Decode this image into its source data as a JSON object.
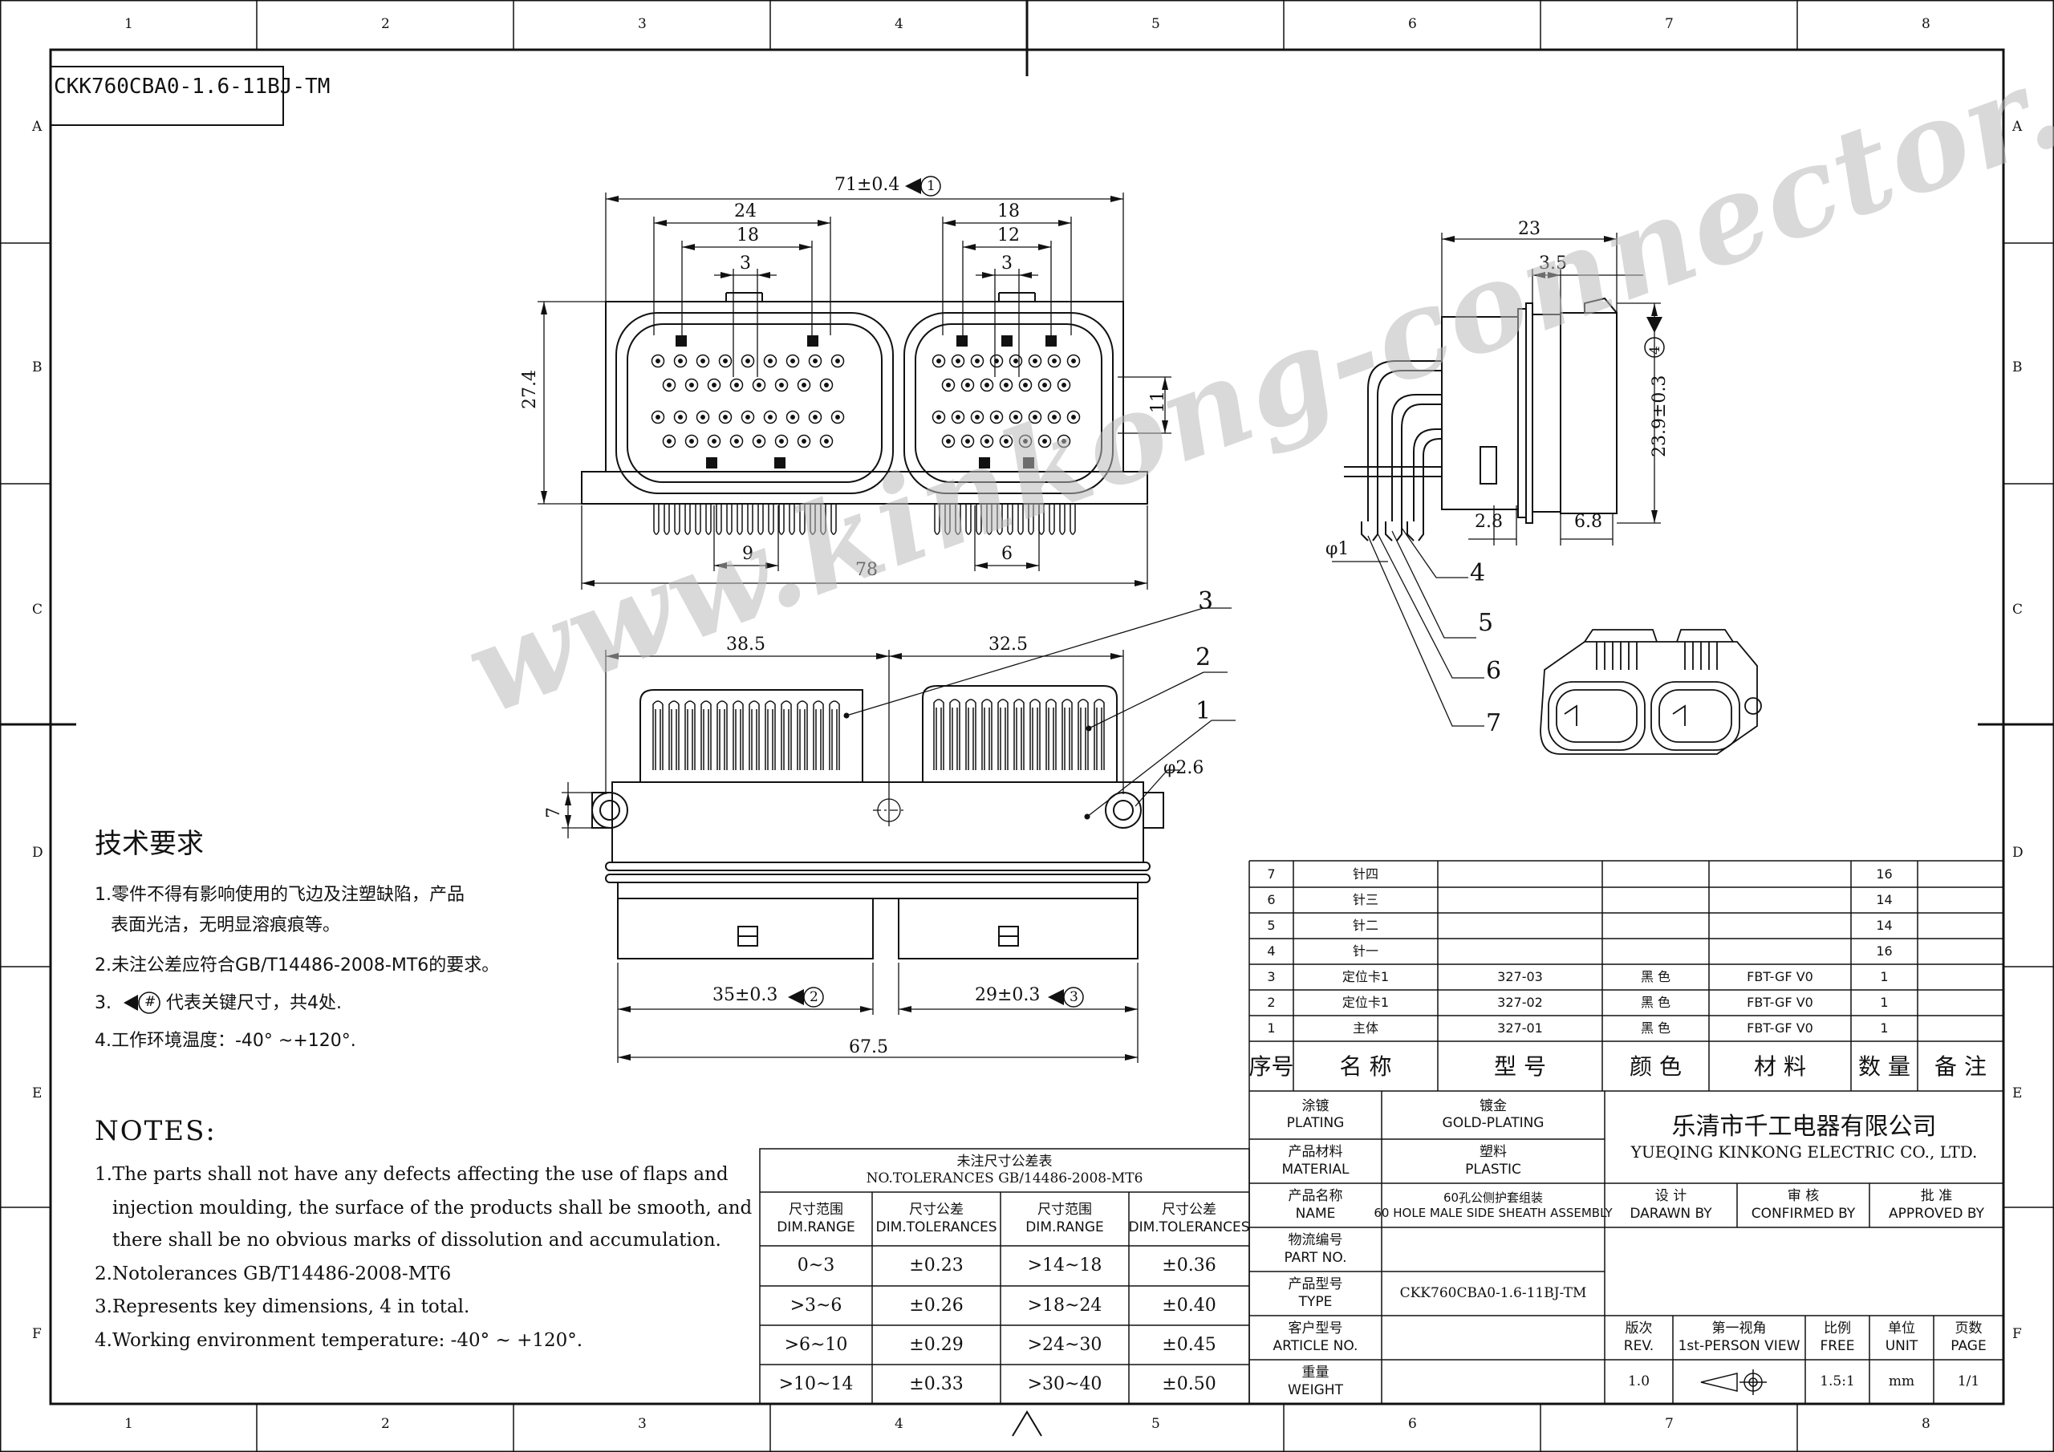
{
  "drawing_code": "CKK760CBA0-1.6-11BJ-TM",
  "border": {
    "columns": [
      "1",
      "2",
      "3",
      "4",
      "5",
      "6",
      "7",
      "8"
    ],
    "rows": [
      "A",
      "B",
      "C",
      "D",
      "E",
      "F"
    ]
  },
  "dimensions": {
    "overall_width": "71±0.4",
    "key1": "1",
    "left_outer": "24",
    "left_inner": "18",
    "left_center": "3",
    "right_outer": "18",
    "right_inner": "12",
    "right_center": "3",
    "height": "27.4",
    "side_11": "11",
    "pitch_left": "9",
    "pitch_right": "6",
    "base_width": "78",
    "side_depth": "23",
    "side_35": "3.5",
    "side_height": "23.9±0.3",
    "key4": "4",
    "side_28": "2.8",
    "side_68": "6.8",
    "pin_dia": "φ1",
    "front_left": "38.5",
    "front_right": "32.5",
    "hole_dia": "φ2.6",
    "side_7": "7",
    "bot_left": "35±0.3",
    "key2": "2",
    "bot_right": "29±0.3",
    "key3": "3",
    "bot_total": "67.5"
  },
  "callouts": [
    "1",
    "2",
    "3",
    "4",
    "5",
    "6",
    "7"
  ],
  "tech_req": {
    "title": "技术要求",
    "lines": [
      "1.零件不得有影响使用的飞边及注塑缺陷，产品",
      "表面光洁，无明显溶痕痕等。",
      "2.未注公差应符合GB/T14486-2008-MT6的要求。",
      "3.",
      "代表关键尺寸，共4处.",
      "4.工作环境温度：-40° ~+120°."
    ],
    "symbol": "#"
  },
  "notes": {
    "title": "NOTES:",
    "lines": [
      "1.The parts shall not have any defects affecting the use of flaps and",
      "injection moulding, the surface of the products shall be smooth, and",
      "there shall be no obvious marks of dissolution and accumulation.",
      "2.Notolerances GB/T14486-2008-MT6",
      "3.Represents key dimensions, 4 in total.",
      "4.Working environment temperature: -40°  ~ +120°."
    ]
  },
  "tolerance_table": {
    "title_cn": "未注尺寸公差表",
    "title_en": "NO.TOLERANCES GB/14486-2008-MT6",
    "headers": [
      {
        "cn": "尺寸范围",
        "en": "DIM.RANGE"
      },
      {
        "cn": "尺寸公差",
        "en": "DIM.TOLERANCES"
      },
      {
        "cn": "尺寸范围",
        "en": "DIM.RANGE"
      },
      {
        "cn": "尺寸公差",
        "en": "DIM.TOLERANCES"
      }
    ],
    "rows": [
      [
        "0~3",
        "±0.23",
        ">14~18",
        "±0.36"
      ],
      [
        ">3~6",
        "±0.26",
        ">18~24",
        "±0.40"
      ],
      [
        ">6~10",
        "±0.29",
        ">24~30",
        "±0.45"
      ],
      [
        ">10~14",
        "±0.33",
        ">30~40",
        "±0.50"
      ]
    ]
  },
  "bom": {
    "rows": [
      {
        "no": "7",
        "name": "针四",
        "model": "",
        "color": "",
        "material": "",
        "qty": "16",
        "remark": ""
      },
      {
        "no": "6",
        "name": "针三",
        "model": "",
        "color": "",
        "material": "",
        "qty": "14",
        "remark": ""
      },
      {
        "no": "5",
        "name": "针二",
        "model": "",
        "color": "",
        "material": "",
        "qty": "14",
        "remark": ""
      },
      {
        "no": "4",
        "name": "针一",
        "model": "",
        "color": "",
        "material": "",
        "qty": "16",
        "remark": ""
      },
      {
        "no": "3",
        "name": "定位卡1",
        "model": "327-03",
        "color": "黑 色",
        "material": "FBT-GF V0",
        "qty": "1",
        "remark": ""
      },
      {
        "no": "2",
        "name": "定位卡1",
        "model": "327-02",
        "color": "黑 色",
        "material": "FBT-GF V0",
        "qty": "1",
        "remark": ""
      },
      {
        "no": "1",
        "name": "主体",
        "model": "327-01",
        "color": "黑 色",
        "material": "FBT-GF V0",
        "qty": "1",
        "remark": ""
      }
    ],
    "header": [
      "序号",
      "名  称",
      "型  号",
      "颜 色",
      "材 料",
      "数 量",
      "备 注"
    ]
  },
  "title_block": {
    "plating_cn": "涂镀",
    "plating_en": "PLATING",
    "plating_val_cn": "镀金",
    "plating_val_en": "GOLD-PLATING",
    "material_cn": "产品材料",
    "material_en": "MATERIAL",
    "material_val_cn": "塑料",
    "material_val_en": "PLASTIC",
    "name_cn": "产品名称",
    "name_en": "NAME",
    "name_val_cn": "60孔公侧护套组装",
    "name_val_en": "60 HOLE MALE SIDE SHEATH ASSEMBLY",
    "partno_cn": "物流编号",
    "partno_en": "PART NO.",
    "type_cn": "产品型号",
    "type_en": "TYPE",
    "type_val": "CKK760CBA0-1.6-11BJ-TM",
    "article_cn": "客户型号",
    "article_en": "ARTICLE NO.",
    "weight_cn": "重量",
    "weight_en": "WEIGHT",
    "company_cn": "乐清市千工电器有限公司",
    "company_en": "YUEQING KINKONG ELECTRIC CO., LTD.",
    "drawn_cn": "设 计",
    "drawn_en": "DARAWN BY",
    "confirmed_cn": "审 核",
    "confirmed_en": "CONFIRMED BY",
    "approved_cn": "批 准",
    "approved_en": "APPROVED BY",
    "rev_cn": "版次",
    "rev_en": "REV.",
    "rev_val": "1.0",
    "view_cn": "第一视角",
    "view_en": "1st-PERSON VIEW",
    "scale_cn": "比例",
    "scale_en": "FREE",
    "scale_val": "1.5:1",
    "unit_cn": "单位",
    "unit_en": "UNIT",
    "unit_val": "mm",
    "page_cn": "页数",
    "page_en": "PAGE",
    "page_val": "1/1"
  },
  "watermark": "www.kinkong-connector.com"
}
